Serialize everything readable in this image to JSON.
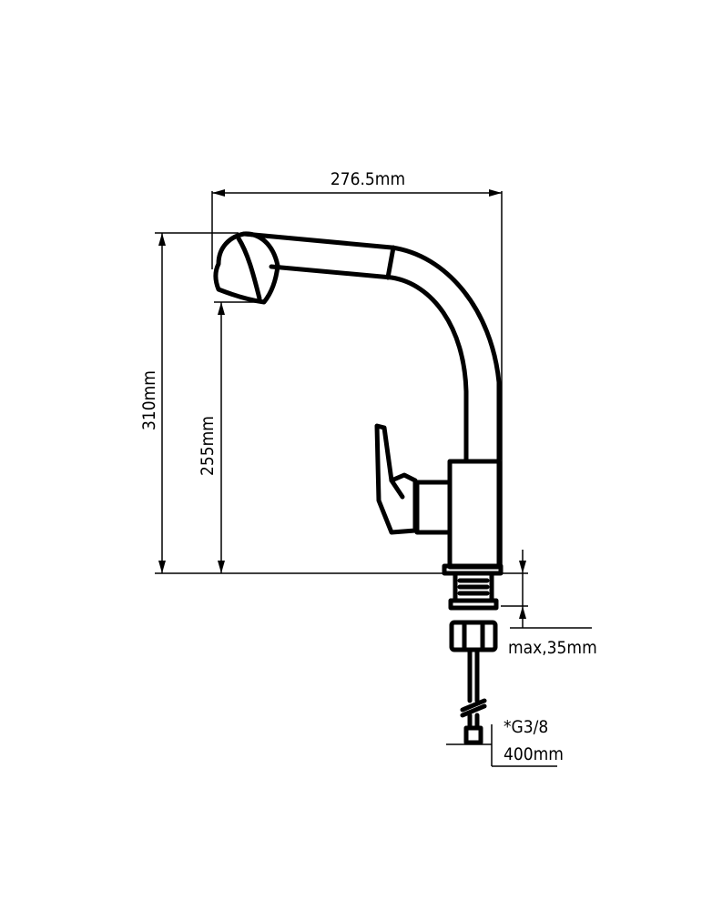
{
  "dimensions": {
    "width_label": "276.5mm",
    "height_total_label": "310mm",
    "height_spout_label": "255mm",
    "max_thickness_label": "max,35mm",
    "thread_label": "*G3/8",
    "hose_label": "400mm"
  },
  "colors": {
    "line": "#000000",
    "background": "#ffffff"
  }
}
